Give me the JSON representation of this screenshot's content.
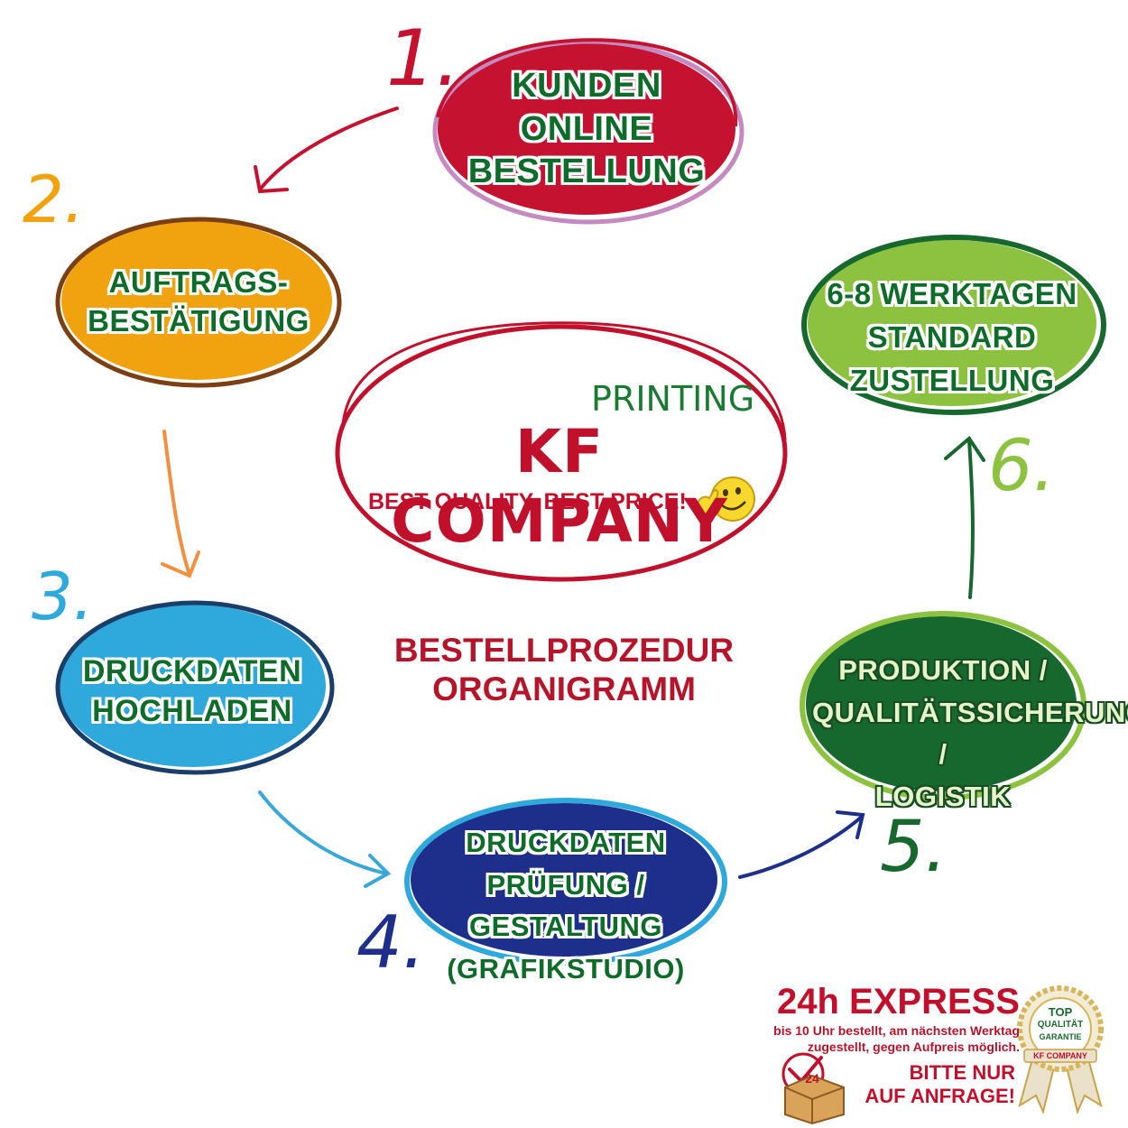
{
  "brand": {
    "printing": "PRINTING",
    "name": "KF COMPANY",
    "slogan": "BEST QUALITY, BEST PRICE!"
  },
  "title": {
    "line1": "BESTELLPROZEDUR",
    "line2": "ORGANIGRAMM"
  },
  "steps": [
    {
      "number": "1.",
      "lines": [
        "KUNDEN",
        "ONLINE",
        "BESTELLUNG"
      ],
      "color": "#c41230",
      "border": "#c58ac0"
    },
    {
      "number": "2.",
      "lines": [
        "AUFTRAGS-",
        "BESTÄTIGUNG"
      ],
      "color": "#f0a20f",
      "border": "#7a3f14"
    },
    {
      "number": "3.",
      "lines": [
        "DRUCKDATEN",
        "HOCHLADEN"
      ],
      "color": "#2fa8dc",
      "border": "#1a3d6a"
    },
    {
      "number": "4.",
      "lines": [
        "DRUCKDATEN",
        "PRÜFUNG / GESTALTUNG",
        "(GRAFIKSTUDIO)"
      ],
      "color": "#1d2f8a",
      "border": "#2fa8dc"
    },
    {
      "number": "5.",
      "lines": [
        "PRODUKTION /",
        "QUALITÄTSSICHERUNG /",
        "LOGISTIK"
      ],
      "color": "#17682f",
      "border": "#8cc23f"
    },
    {
      "number": "6.",
      "lines": [
        "6-8 WERKTAGEN",
        "STANDARD",
        "ZUSTELLUNG"
      ],
      "color": "#8cc23f",
      "border": "#17682f"
    }
  ],
  "express": {
    "title": "24h EXPRESS",
    "description": "bis 10 Uhr bestellt, am nächsten Werktag zugestellt, gegen Aufpreis möglich.",
    "request_line1": "BITTE NUR",
    "request_line2": "AUF ANFRAGE!",
    "box_label": "24"
  },
  "badge": {
    "line1": "TOP",
    "line2": "QUALITÄT",
    "line3": "GARANTIE",
    "ribbon": "KF COMPANY"
  }
}
